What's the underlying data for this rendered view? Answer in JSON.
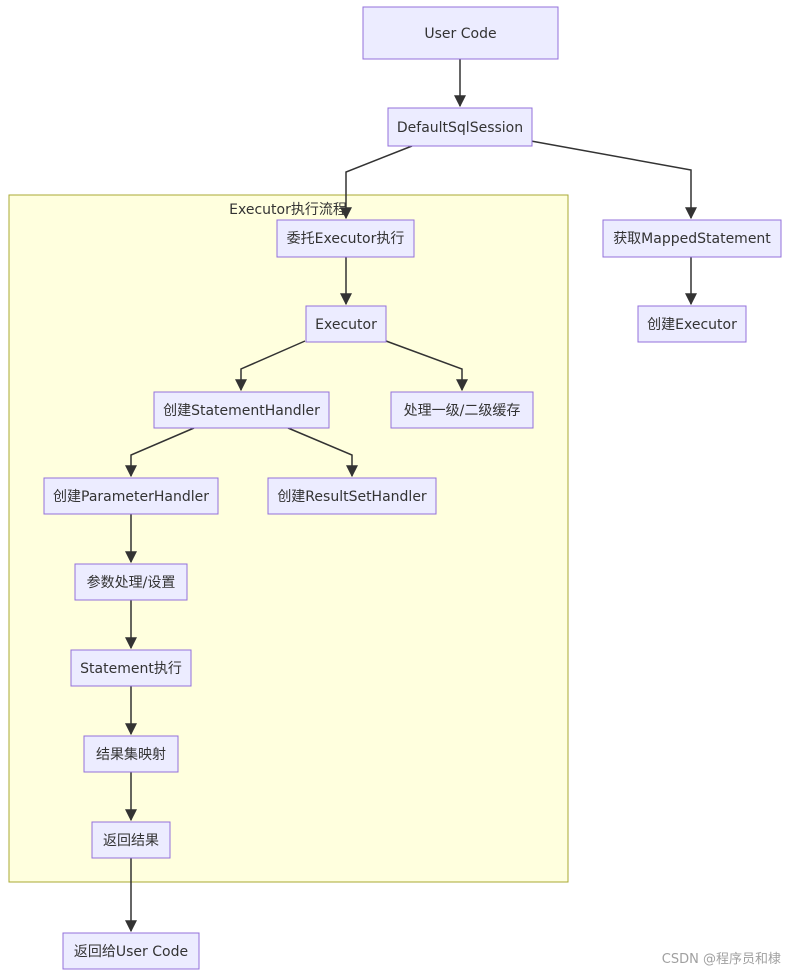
{
  "diagram": {
    "cluster_label": "Executor执行流程",
    "nodes": {
      "user_code": "User Code",
      "default_sql_session": "DefaultSqlSession",
      "delegate_executor": "委托Executor执行",
      "get_mapped_statement": "获取MappedStatement",
      "executor": "Executor",
      "create_executor": "创建Executor",
      "create_statement_handler": "创建StatementHandler",
      "handle_cache": "处理一级/二级缓存",
      "create_parameter_handler": "创建ParameterHandler",
      "create_resultset_handler": "创建ResultSetHandler",
      "param_processing": "参数处理/设置",
      "statement_execute": "Statement执行",
      "result_mapping": "结果集映射",
      "return_result": "返回结果",
      "return_to_user": "返回给User Code"
    }
  },
  "watermark": "CSDN @程序员和棣"
}
